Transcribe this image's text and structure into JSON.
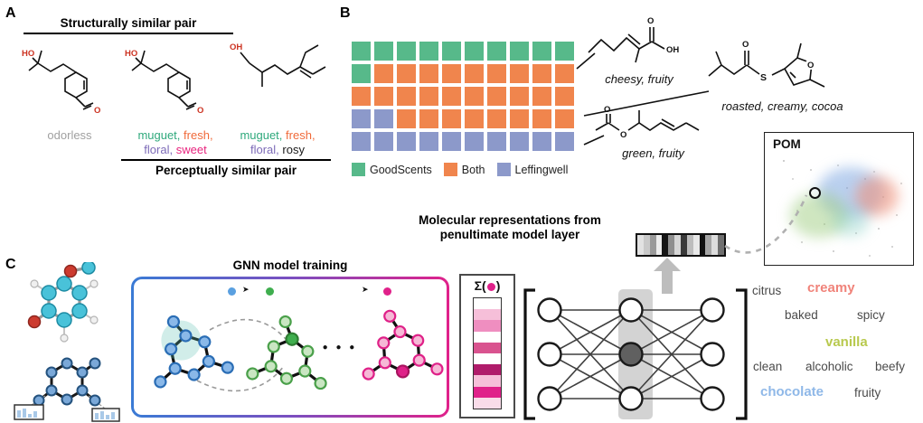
{
  "panelA": {
    "label": "A",
    "heading_structural": "Structurally similar pair",
    "heading_perceptual": "Perceptually similar pair",
    "mol1": {
      "atom_ho": "HO",
      "atom_o": "O",
      "caption": "odorless",
      "caption_color": "#a0a0a0"
    },
    "mol2": {
      "atom_ho": "HO",
      "atom_o": "O",
      "words": [
        {
          "text": "muguet,",
          "color": "#2fa97c"
        },
        {
          "text": "fresh,",
          "color": "#f06a3a"
        },
        {
          "text": "floral,",
          "color": "#7d6bb8"
        },
        {
          "text": "sweet",
          "color": "#e8257f"
        }
      ]
    },
    "mol3": {
      "atom_oh": "OH",
      "words": [
        {
          "text": "muguet,",
          "color": "#2fa97c"
        },
        {
          "text": "fresh,",
          "color": "#f06a3a"
        },
        {
          "text": "floral,",
          "color": "#7d6bb8"
        },
        {
          "text": "rosy",
          "color": "#1a1a1a"
        }
      ]
    }
  },
  "panelB": {
    "label": "B",
    "waffle": {
      "rows": [
        "GGGGGGGGGG",
        "GOOOOOOOOO",
        "OOOOOOOOOO",
        "BBOOOOOOOO",
        "BBBBBBBBBB"
      ],
      "colors": {
        "G": "#57b98a",
        "O": "#f0854d",
        "B": "#8c99ca"
      }
    },
    "legend": [
      {
        "label": "GoodScents"
      },
      {
        "label": "Both"
      },
      {
        "label": "Leffingwell"
      }
    ],
    "mol_cheesy": {
      "atom_o": "O",
      "atom_oh": "OH",
      "caption": "cheesy, fruity"
    },
    "mol_roasted": {
      "atom_o": "O",
      "atom_s": "S",
      "ring_o": "O",
      "caption": "roasted, creamy, cocoa"
    },
    "mol_green": {
      "atom_o": "O",
      "ester_o": "O",
      "caption": "green, fruity"
    },
    "pom": {
      "label": "POM"
    }
  },
  "middle": {
    "repr_line1": "Molecular representations from",
    "repr_line2": "penultimate model layer",
    "repr_cells": [
      "#e2e2e2",
      "#c9c9c9",
      "#9a9a9a",
      "#ededed",
      "#161616",
      "#8f8f8f",
      "#d6d6d6",
      "#3a3a3a",
      "#bdbdbd",
      "#e8e8e8",
      "#111111",
      "#a6a6a6",
      "#dddddd",
      "#6f6f6f"
    ]
  },
  "panelC": {
    "label": "C",
    "gnn_title": "GNN model training",
    "arrow": "➤",
    "dots": "● ● ●",
    "sigma_open": "Σ(",
    "sigma_close": ")",
    "sigma_cells": [
      "#ffffff",
      "#f6bfd9",
      "#ef8ec0",
      "#ffffff",
      "#d9538f",
      "#ffffff",
      "#b01c6b",
      "#f6bfd9",
      "#e0218a",
      "#f9dce9"
    ]
  },
  "words": [
    {
      "text": "citrus",
      "color": "#4a4a4a"
    },
    {
      "text": "creamy",
      "color": "#f0837a"
    },
    {
      "text": "baked",
      "color": "#4a4a4a"
    },
    {
      "text": "spicy",
      "color": "#4a4a4a"
    },
    {
      "text": "vanilla",
      "color": "#b8c94e"
    },
    {
      "text": "clean",
      "color": "#4a4a4a"
    },
    {
      "text": "alcoholic",
      "color": "#4a4a4a"
    },
    {
      "text": "beefy",
      "color": "#4a4a4a"
    },
    {
      "text": "chocolate",
      "color": "#8fb8e8"
    },
    {
      "text": "fruity",
      "color": "#4a4a4a"
    }
  ]
}
